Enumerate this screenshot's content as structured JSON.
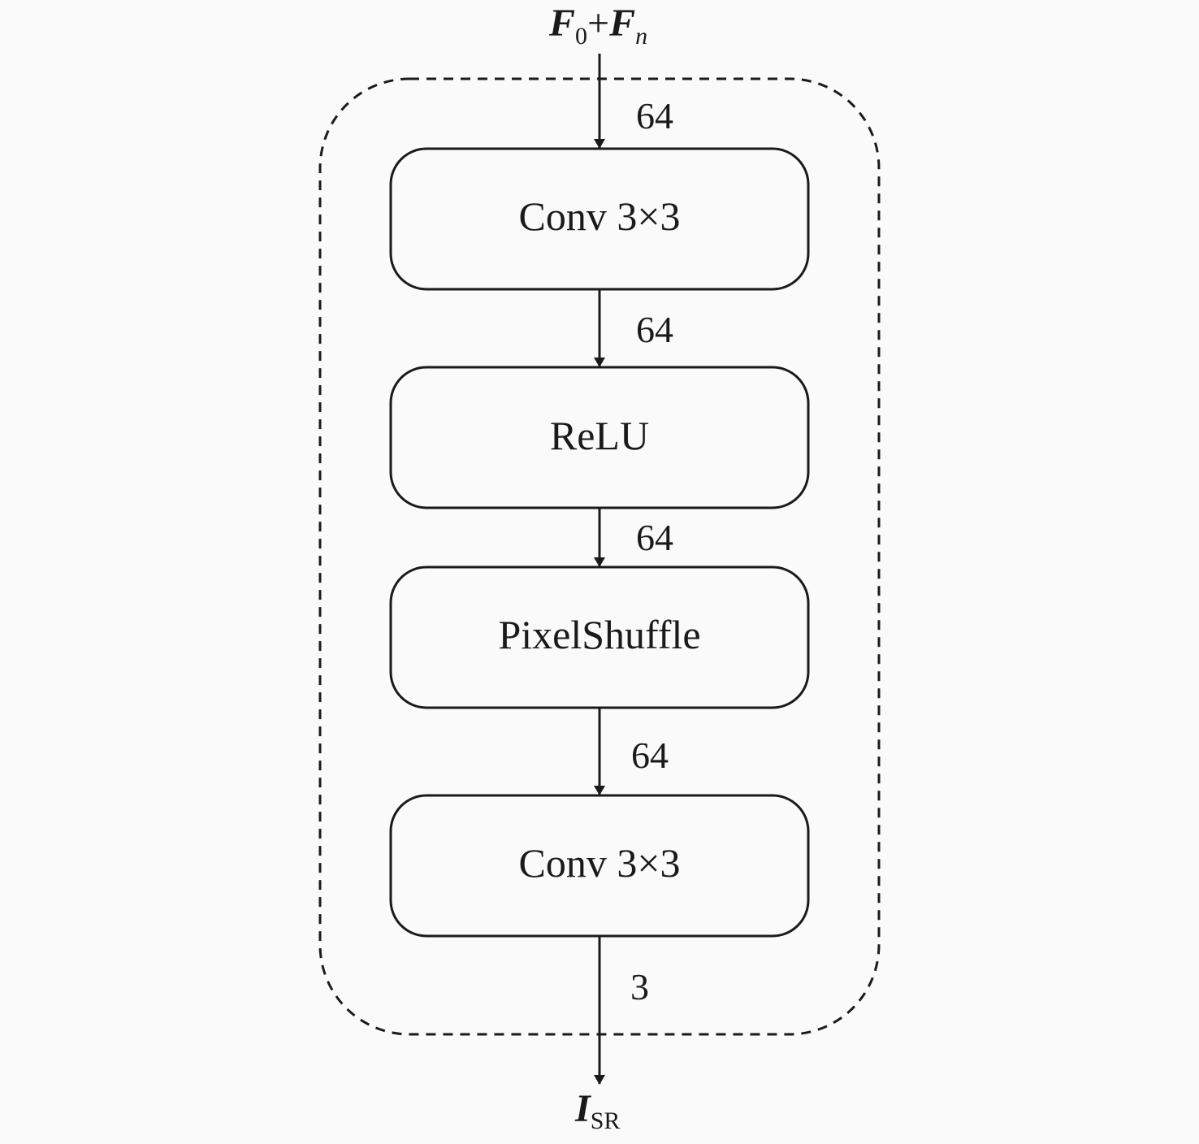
{
  "input_label": {
    "F0_base": "F",
    "F0_sub": "0",
    "plus": "+",
    "Fn_base": "F",
    "Fn_sub": "n"
  },
  "output_label": {
    "base": "I",
    "sub": "SR"
  },
  "blocks": [
    {
      "label": "Conv 3×3"
    },
    {
      "label": "ReLU"
    },
    {
      "label": "PixelShuffle"
    },
    {
      "label": "Conv 3×3"
    }
  ],
  "channels": [
    "64",
    "64",
    "64",
    "64",
    "3"
  ],
  "colors": {
    "stroke": "#1a1a1a",
    "background": "#fafafa",
    "box_fill": "#fafafa"
  }
}
